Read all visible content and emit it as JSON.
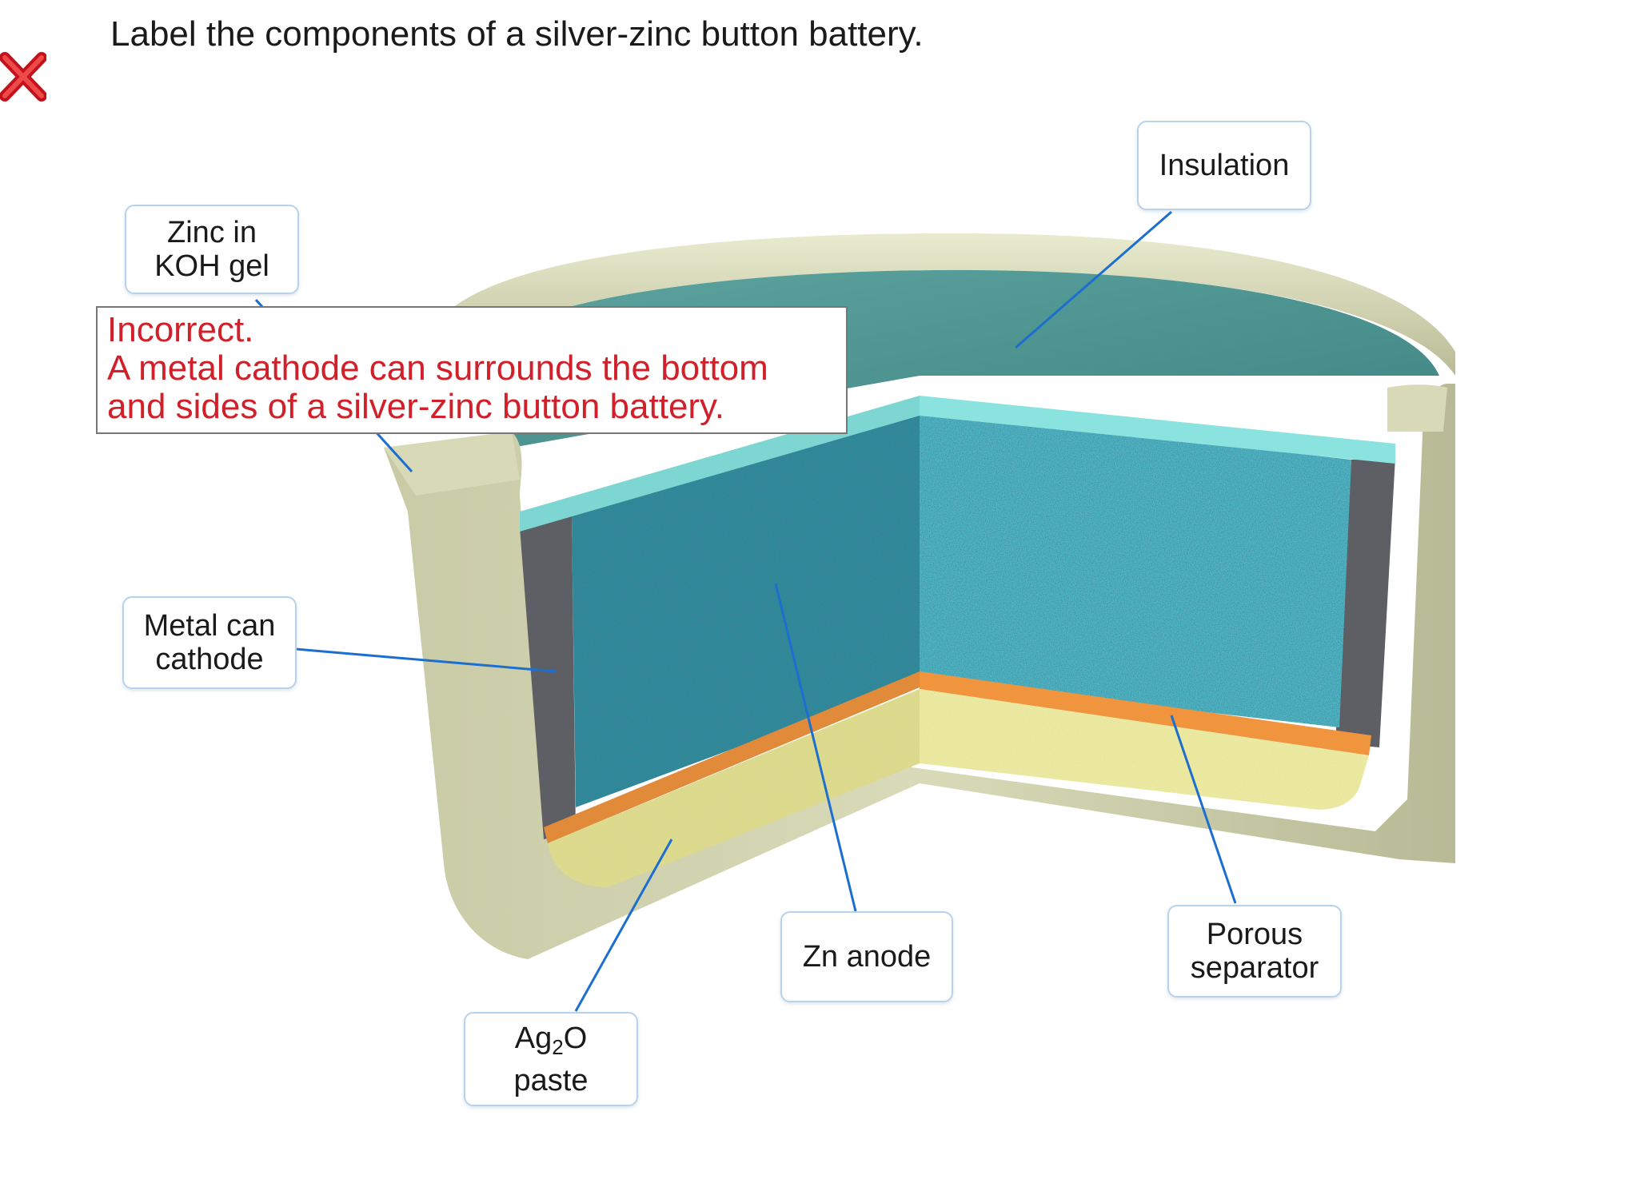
{
  "question": {
    "prompt": "Label the components of a silver-zinc button battery.",
    "status_icon": "red-x-icon"
  },
  "labels": {
    "zinc_gel": [
      "Zinc in",
      "KOH gel"
    ],
    "insulation": "Insulation",
    "metal_can": [
      "Metal can",
      "cathode"
    ],
    "ag2o_paste": {
      "prefix": "Ag",
      "subscript": "2",
      "suffix": "O",
      "line2": "paste"
    },
    "zn_anode": "Zn anode",
    "porous_separator": [
      "Porous",
      "separator"
    ]
  },
  "feedback": {
    "title": "Incorrect.",
    "lines": [
      "A metal cathode can surrounds the bottom",
      "and sides of a silver-zinc button battery."
    ]
  },
  "colors": {
    "error_red": "#d0202a",
    "leader_blue": "#1c6fd0",
    "label_border": "#b7d3ec"
  }
}
